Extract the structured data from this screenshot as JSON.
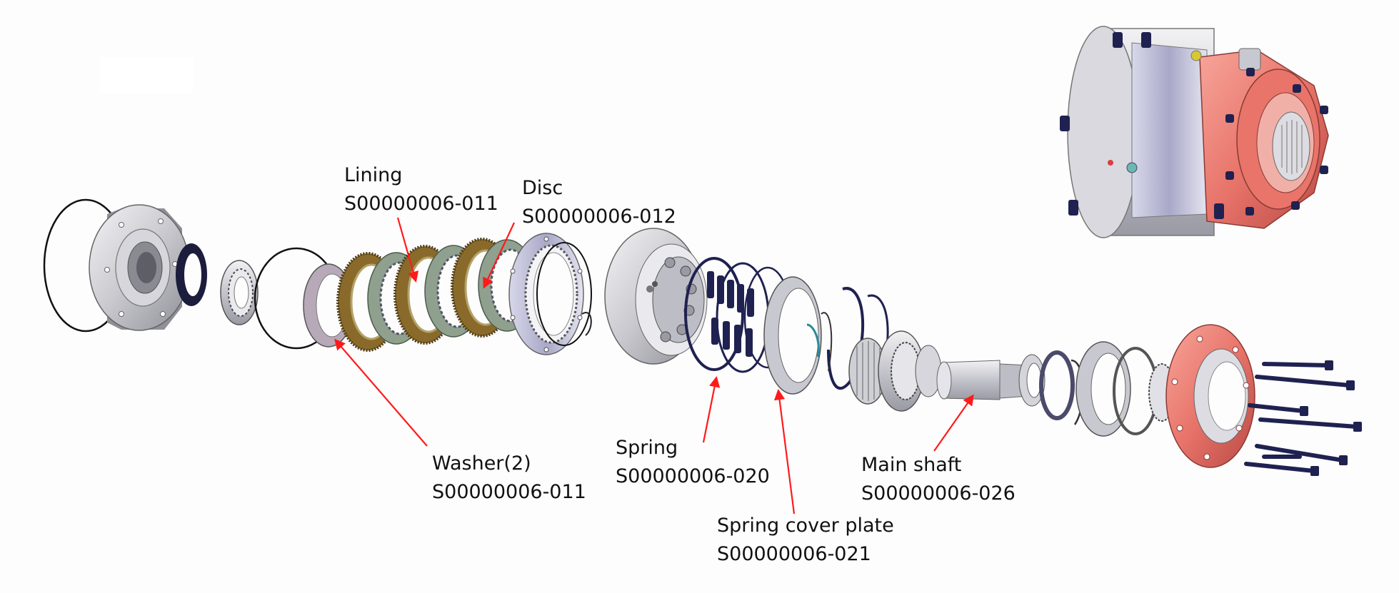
{
  "colors": {
    "leader_line": "#ff1a1a",
    "housing_red": "#e8746a",
    "bolt_navy": "#1f2150",
    "lining_brown": "#8a6a2a",
    "metal_grey": "#c9c9cf",
    "ring_lavender": "#a8a8c8"
  },
  "callouts": {
    "lining": {
      "name": "Lining",
      "part": "S00000006-011"
    },
    "disc": {
      "name": "Disc",
      "part": "S00000006-012"
    },
    "washer": {
      "name": "Washer(2)",
      "part": "S00000006-011"
    },
    "spring": {
      "name": "Spring",
      "part": "S00000006-020"
    },
    "spring_cover": {
      "name": "Spring cover plate",
      "part": "S00000006-021"
    },
    "main_shaft": {
      "name": "Main shaft",
      "part": "S00000006-026"
    }
  }
}
